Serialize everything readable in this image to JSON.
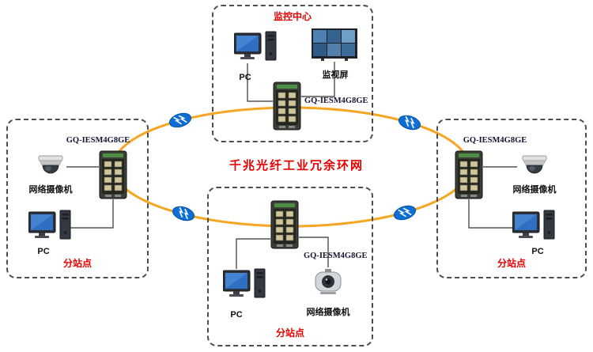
{
  "diagram": {
    "title": "千兆光纤工业冗余环网",
    "switch_model": "GQ-IESM4G8GE"
  },
  "colors": {
    "label_red": "#e80000",
    "ring_orange": "#f5a623",
    "bolt_blue": "#0d6fd6",
    "model_label": "#141433"
  },
  "zones": {
    "monitor_center": {
      "title": "监控中心",
      "pc_label": "PC",
      "wall_label": "监视屏",
      "switch_label": "GQ-IESM4G8GE"
    },
    "left_station": {
      "title": "分站点",
      "switch_label": "GQ-IESM4G8GE",
      "camera_label": "网络摄像机",
      "pc_label": "PC"
    },
    "right_station": {
      "title": "分站点",
      "switch_label": "GQ-IESM4G8GE",
      "camera_label": "网络摄像机",
      "pc_label": "PC"
    },
    "bottom_station": {
      "title": "分站点",
      "switch_label": "GQ-IESM4G8GE",
      "pc_label": "PC",
      "camera_label": "网络摄像机"
    }
  }
}
